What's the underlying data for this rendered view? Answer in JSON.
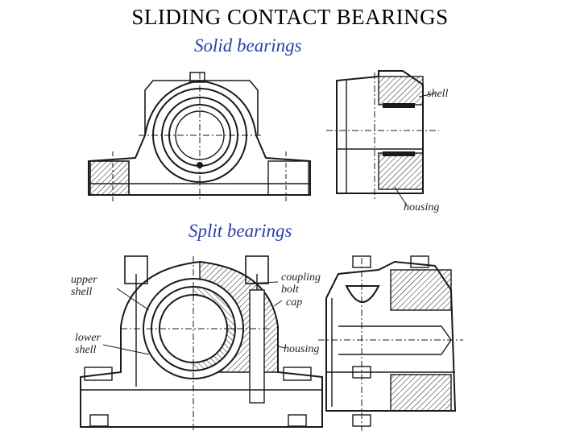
{
  "title": "SLIDING CONTACT BEARINGS",
  "sections": {
    "solid": {
      "heading": "Solid bearings",
      "labels": {
        "shell": "shell",
        "housing": "housing"
      }
    },
    "split": {
      "heading": "Split bearings",
      "labels": {
        "upper_shell": "upper\nshell",
        "lower_shell": "lower\nshell",
        "coupling_bolt": "coupling\nbolt",
        "cap": "cap",
        "housing": "housing"
      }
    }
  },
  "colors": {
    "title": "#000000",
    "subtitle": "#2b3fa8",
    "ink": "#1a1a1a"
  }
}
